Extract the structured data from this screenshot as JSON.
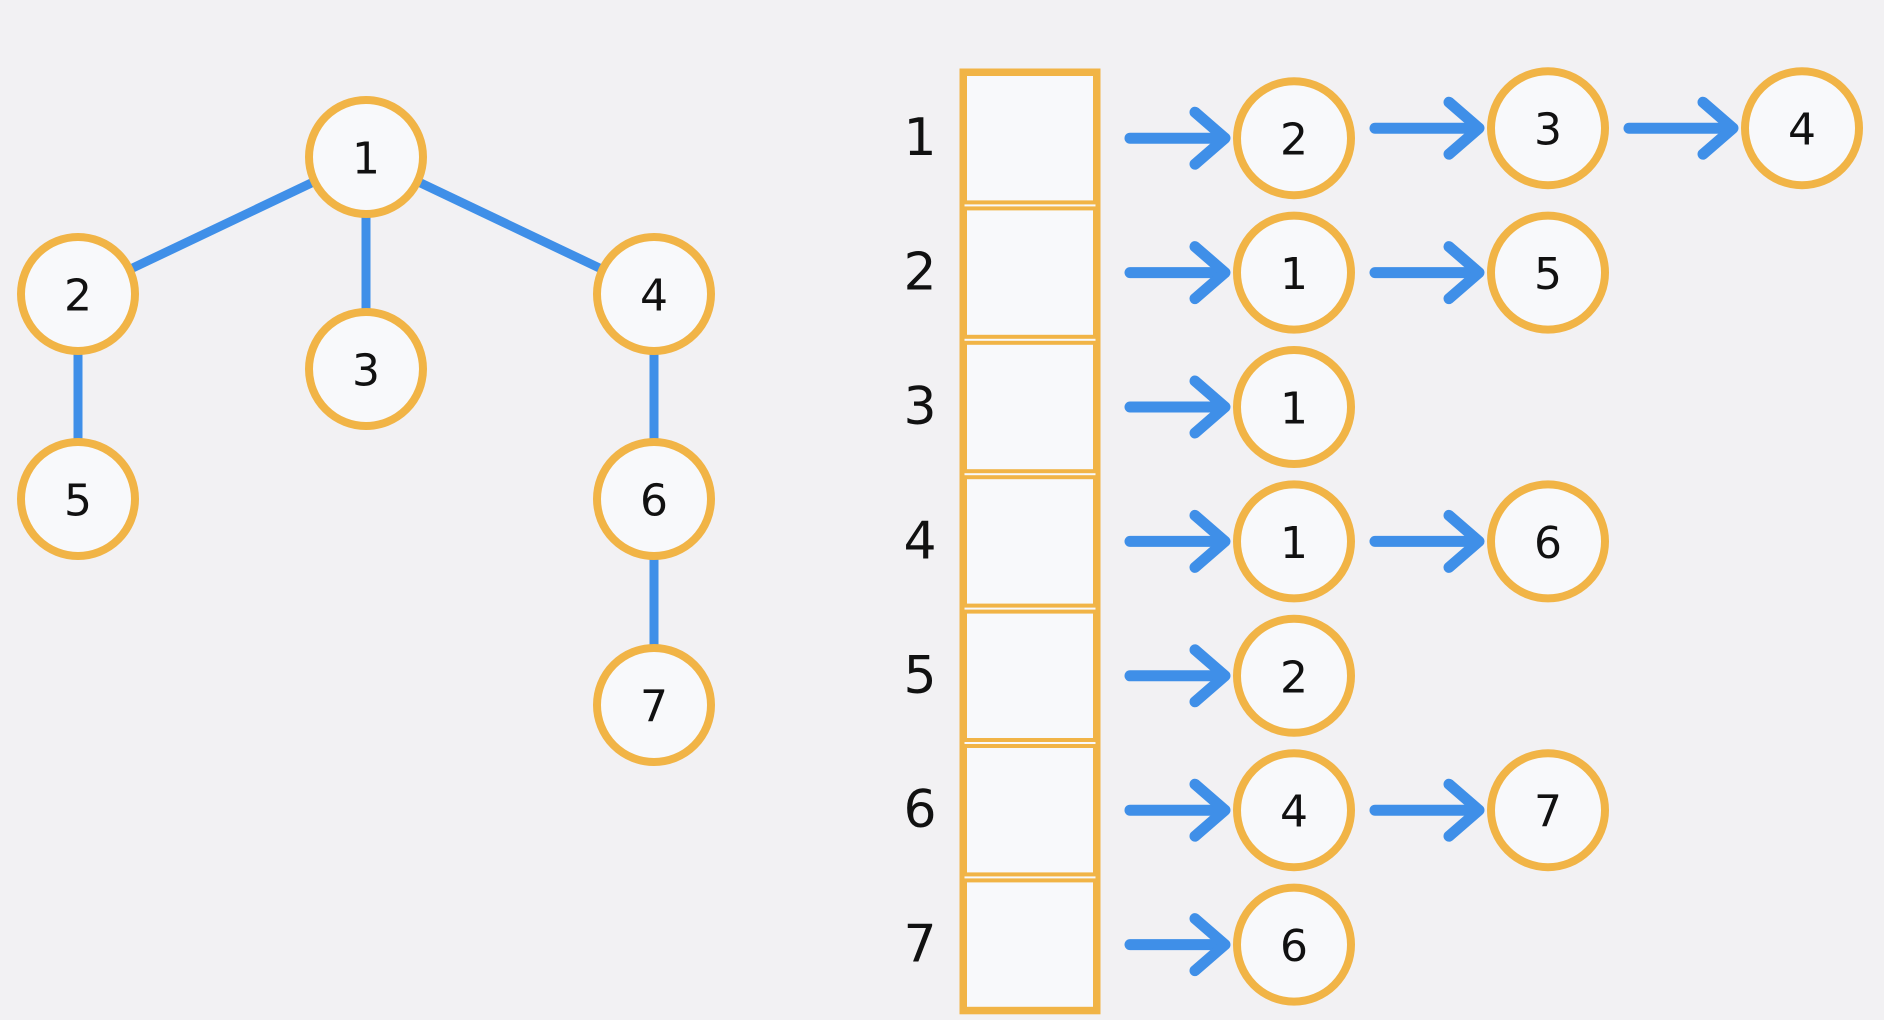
{
  "colors": {
    "background": "#f2f1f3",
    "node_fill": "#f8f9fb",
    "node_border": "#f1b446",
    "edge": "#3f8fe8",
    "arrow": "#3f8fe8",
    "text": "#111111"
  },
  "tree": {
    "nodes": [
      {
        "id": "1",
        "label": "1"
      },
      {
        "id": "2",
        "label": "2"
      },
      {
        "id": "3",
        "label": "3"
      },
      {
        "id": "4",
        "label": "4"
      },
      {
        "id": "5",
        "label": "5"
      },
      {
        "id": "6",
        "label": "6"
      },
      {
        "id": "7",
        "label": "7"
      }
    ],
    "edges": [
      [
        "1",
        "2"
      ],
      [
        "1",
        "3"
      ],
      [
        "1",
        "4"
      ],
      [
        "2",
        "5"
      ],
      [
        "4",
        "6"
      ],
      [
        "6",
        "7"
      ]
    ]
  },
  "adjacency_list": {
    "rows": [
      {
        "label": "1",
        "neighbors": [
          "2",
          "3",
          "4"
        ]
      },
      {
        "label": "2",
        "neighbors": [
          "1",
          "5"
        ]
      },
      {
        "label": "3",
        "neighbors": [
          "1"
        ]
      },
      {
        "label": "4",
        "neighbors": [
          "1",
          "6"
        ]
      },
      {
        "label": "5",
        "neighbors": [
          "2"
        ]
      },
      {
        "label": "6",
        "neighbors": [
          "4",
          "7"
        ]
      },
      {
        "label": "7",
        "neighbors": [
          "6"
        ]
      }
    ]
  }
}
